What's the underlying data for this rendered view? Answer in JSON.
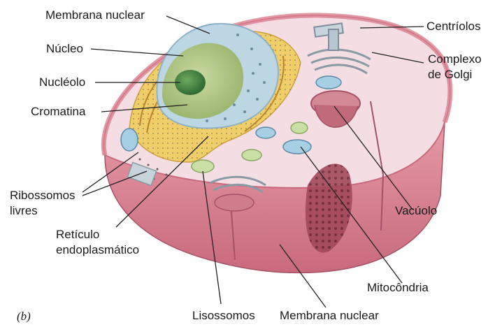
{
  "figure": {
    "panel_label": "(b)",
    "labels": {
      "membrana_nuclear_top": "Membrana nuclear",
      "nucleo": "Núcleo",
      "nucleolo": "Nucléolo",
      "cromatina": "Cromatina",
      "ribossomos_1": "Ribossomos",
      "ribossomos_2": "livres",
      "reticulo_1": "Retículo",
      "reticulo_2": "endoplasmático",
      "centriolos": "Centríolos",
      "golgi_1": "Complexo",
      "golgi_2": "de Golgi",
      "vacuolo": "Vacúolo",
      "mitocondria": "Mitocôndria",
      "lisossomos": "Lisossomos",
      "membrana_nuclear_bottom": "Membrana nuclear"
    },
    "colors": {
      "membrane": "#d9808f",
      "membrane_dark": "#b8566a",
      "cytoplasm": "#f4dde3",
      "nucleus_envelope": "#bcd6e4",
      "nucleoplasm": "#b7c98f",
      "nucleolus": "#4f8f4a",
      "er": "#f0cf6a",
      "leader_line": "#222222"
    }
  }
}
